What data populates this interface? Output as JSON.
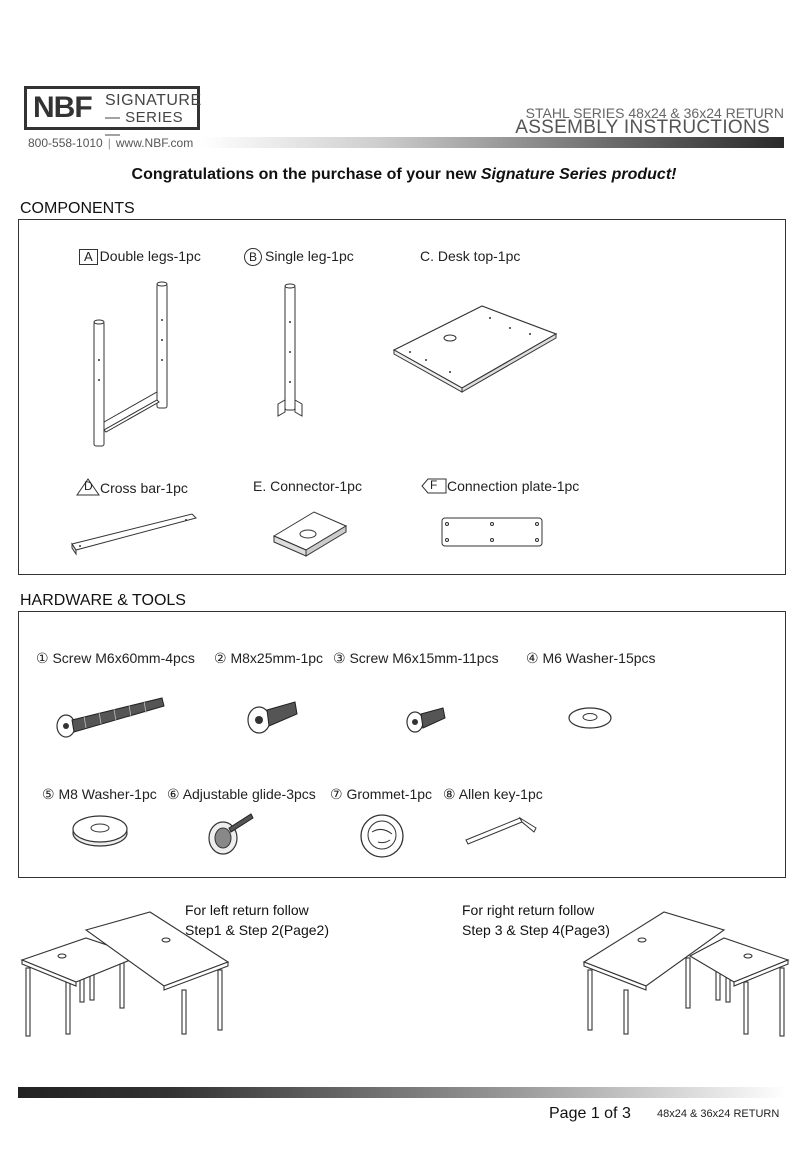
{
  "header": {
    "logo": {
      "brand": "NBF",
      "line1": "SIGNATURE",
      "line2": "— SERIES —"
    },
    "phone": "800-558-1010",
    "separator": "|",
    "website": "www.NBF.com",
    "series_title": "STAHL SERIES 48x24 & 36x24 RETURN",
    "doc_title": "ASSEMBLY INSTRUCTIONS"
  },
  "intro": {
    "text": "Congratulations on the purchase of your new ",
    "emphasis": "Signature Series product!"
  },
  "components": {
    "heading": "COMPONENTS",
    "items": [
      {
        "mark": "A",
        "label": "Double legs-1pc"
      },
      {
        "mark": "B",
        "label": "Single leg-1pc"
      },
      {
        "mark": "",
        "label": "C. Desk top-1pc"
      },
      {
        "mark": "D",
        "label": "Cross bar-1pc"
      },
      {
        "mark": "",
        "label": "E. Connector-1pc"
      },
      {
        "mark": "F",
        "label": "Connection plate-1pc"
      }
    ]
  },
  "hardware": {
    "heading": "HARDWARE & TOOLS",
    "items": [
      {
        "mark": "①",
        "label": "Screw M6x60mm-4pcs"
      },
      {
        "mark": "②",
        "label": "M8x25mm-1pc"
      },
      {
        "mark": "③",
        "label": "Screw M6x15mm-11pcs"
      },
      {
        "mark": "④",
        "label": "M6 Washer-15pcs"
      },
      {
        "mark": "⑤",
        "label": "M8 Washer-1pc"
      },
      {
        "mark": "⑥",
        "label": "Adjustable glide-3pcs"
      },
      {
        "mark": "⑦",
        "label": "Grommet-1pc"
      },
      {
        "mark": "⑧",
        "label": "Allen key-1pc"
      }
    ]
  },
  "steps": {
    "left": {
      "line1": "For left return follow",
      "line2": "Step1 & Step 2(Page2)"
    },
    "right": {
      "line1": "For right return follow",
      "line2": "Step 3 & Step 4(Page3)"
    }
  },
  "footer": {
    "page": "Page 1 of 3",
    "model": "48x24 & 36x24 RETURN"
  }
}
